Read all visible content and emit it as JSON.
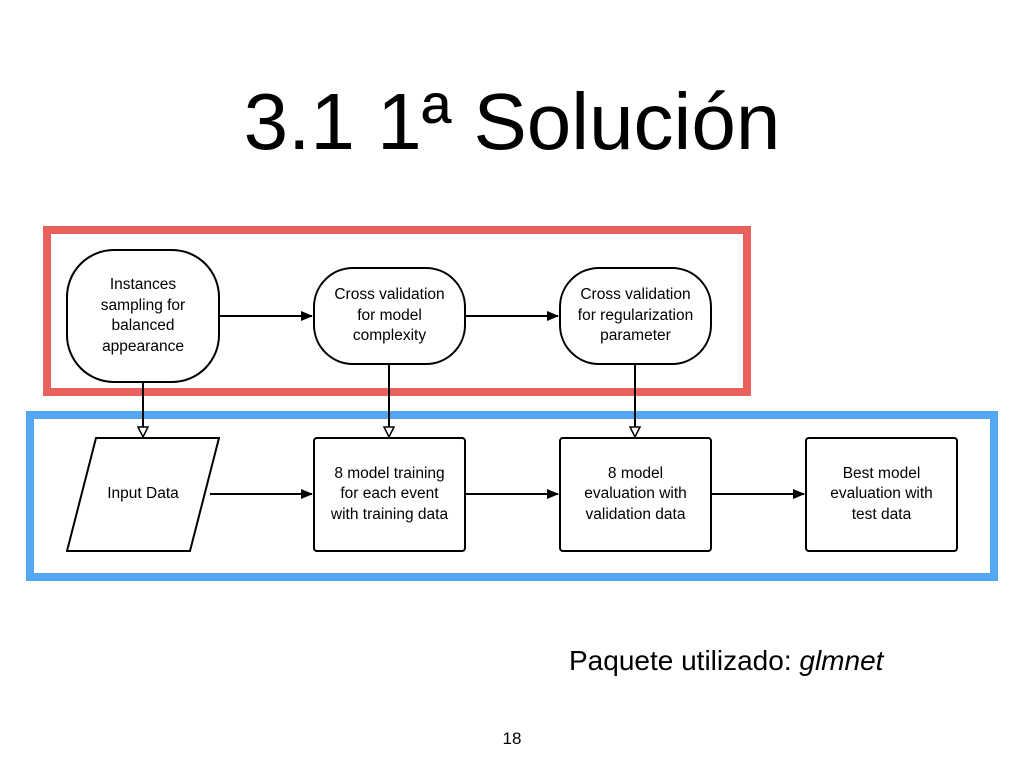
{
  "title": "3.1 1ª Solución",
  "diagram": {
    "top_row": {
      "instances": "Instances\nsampling for\nbalanced\nappearance",
      "cv_model": "Cross validation\nfor model\ncomplexity",
      "cv_reg": "Cross validation\nfor regularization\nparameter"
    },
    "bottom_row": {
      "input": "Input Data",
      "train": "8 model training\nfor each event\nwith training data",
      "eval": "8 model\nevaluation with\nvalidation data",
      "best": "Best model\nevaluation with\ntest data"
    },
    "colors": {
      "top_frame": "#e8625d",
      "bottom_frame": "#55a8f4"
    }
  },
  "footer": {
    "label": "Paquete utilizado: ",
    "package": "glmnet"
  },
  "page_number": "18"
}
